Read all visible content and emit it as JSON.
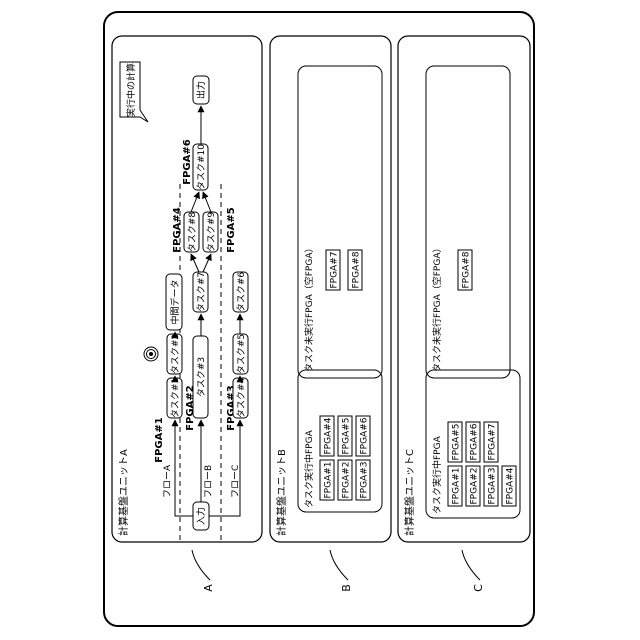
{
  "unit_a": {
    "title": "計算基盤ユニットA",
    "callout": "実行中の計算",
    "input": "入力",
    "output": "出力",
    "intermediate": "中間データ",
    "flows": [
      "フローA",
      "フローB",
      "フローC"
    ],
    "tasks": {
      "t1": "タスク#1",
      "t2": "タスク#2",
      "t3": "タスク#3",
      "t4": "タスク#4",
      "t5": "タスク#5",
      "t6": "タスク#6",
      "t7": "タスク#7",
      "t8": "タスク#8",
      "t9": "タスク#9",
      "t10": "タスク#10"
    },
    "fpga_labels": {
      "f1": "FPGA#1",
      "f2": "FPGA#2",
      "f3": "FPGA#3",
      "f4": "FPGA#4",
      "f5": "FPGA#5",
      "f6": "FPGA#6"
    }
  },
  "unit_b": {
    "title": "計算基盤ユニットB",
    "busy_title": "タスク実行中FPGA",
    "busy_fpgas": [
      "FPGA#1",
      "FPGA#2",
      "FPGA#3",
      "FPGA#4",
      "FPGA#5",
      "FPGA#6"
    ],
    "idle_title": "タスク未実行FPGA（空FPGA）",
    "idle_fpgas": [
      "FPGA#7",
      "FPGA#8"
    ]
  },
  "unit_c": {
    "title": "計算基盤ユニットC",
    "busy_title": "タスク実行中FPGA",
    "busy_fpgas": [
      "FPGA#1",
      "FPGA#2",
      "FPGA#3",
      "FPGA#4",
      "FPGA#5",
      "FPGA#6",
      "FPGA#7"
    ],
    "idle_title": "タスク未実行FPGA（空FPGA）",
    "idle_fpgas": [
      "FPGA#8"
    ]
  },
  "refs": [
    "A",
    "B",
    "C"
  ]
}
